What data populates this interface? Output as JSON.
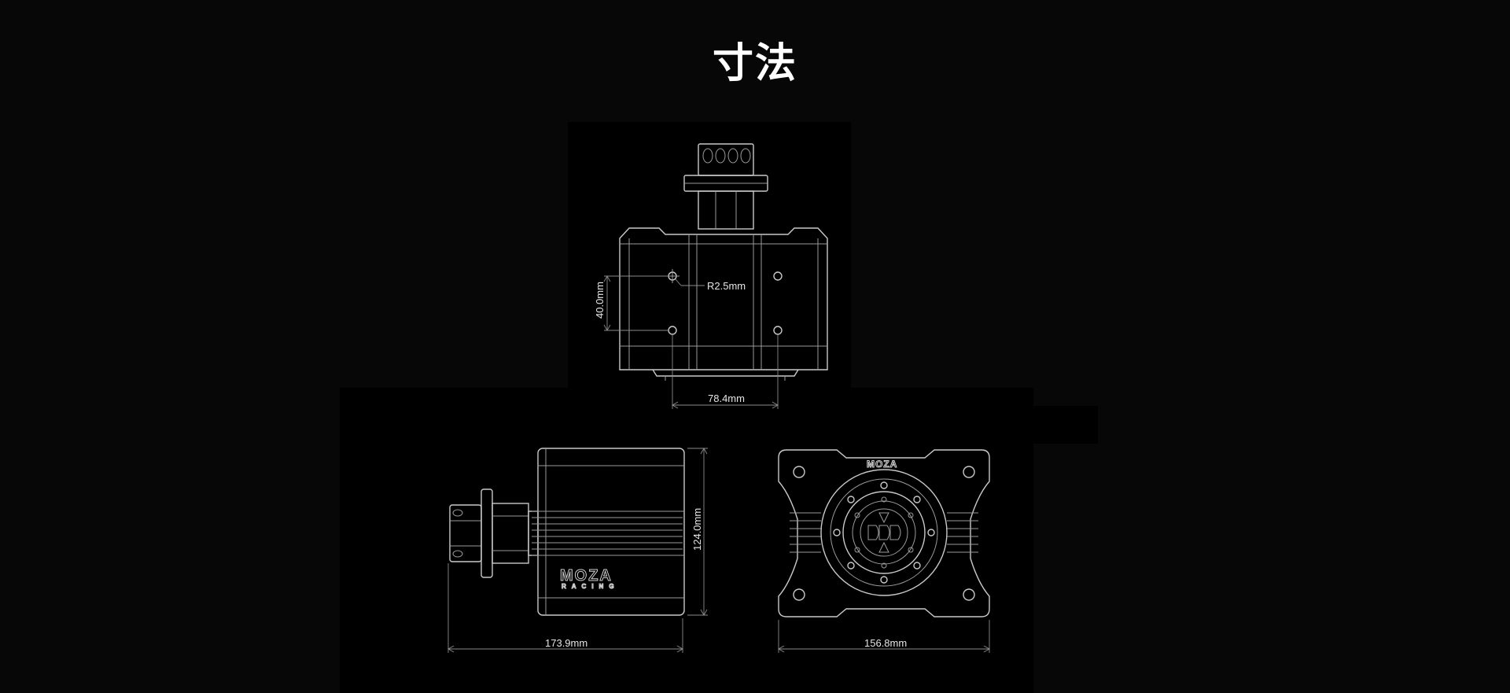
{
  "title": "寸法",
  "brand": {
    "logo_text": "MOZA",
    "logo_sub": "RACING"
  },
  "top_view": {
    "height_dim": "40.0mm",
    "radius_dim": "R2.5mm",
    "width_dim": "78.4mm"
  },
  "side_view": {
    "length_dim": "173.9mm",
    "height_dim": "124.0mm"
  },
  "front_view": {
    "width_dim": "156.8mm"
  },
  "colors": {
    "background": "#070707",
    "panel": "#000000",
    "line": "#c9c9c9",
    "title": "#ffffff"
  }
}
